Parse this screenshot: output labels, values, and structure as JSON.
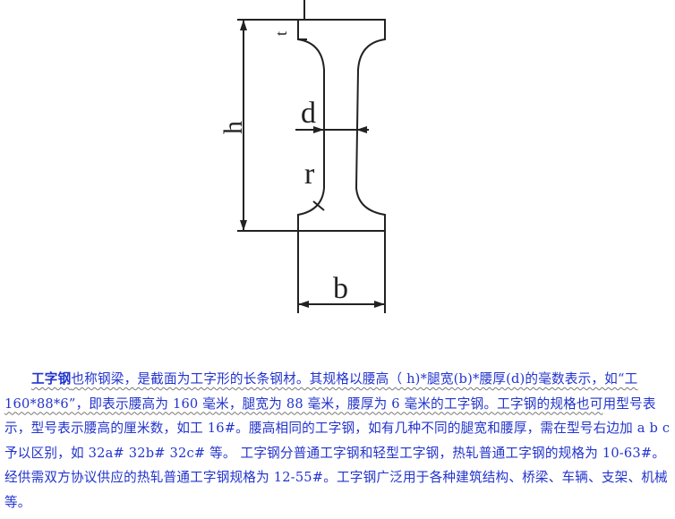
{
  "diagram": {
    "labels": {
      "h": "h",
      "d": "d",
      "r": "r",
      "b": "b",
      "t": "t"
    }
  },
  "paragraph": {
    "term": "工字钢",
    "seg1": "也称钢梁，是截面为工字形的长条钢材。其规格以腰高（ h)*腿宽(b)*腰厚(d)的毫数表示，如“工 160*88*6”，即表示腰高为 160 毫米，腿宽为 88 毫米，腰厚为 6 毫米的工字钢。工字钢的规格也可",
    "seg2": "用型号表示，型号表示腰高的厘米数，如工  16#。腰高相同的工字钢，如有几种不同的腿宽和腰厚，需在型号右边加 a b c 予以区别，如 32a# 32b# 32c# 等。 工字钢分普通工字钢和轻型工字钢，热轧普通工字钢的规格为 10-63#。经供需双方协议供应的热轧普通工字钢规格为  12-55#。工字钢广泛用于各种建筑结构、桥梁、车辆、支架、机械等。"
  }
}
